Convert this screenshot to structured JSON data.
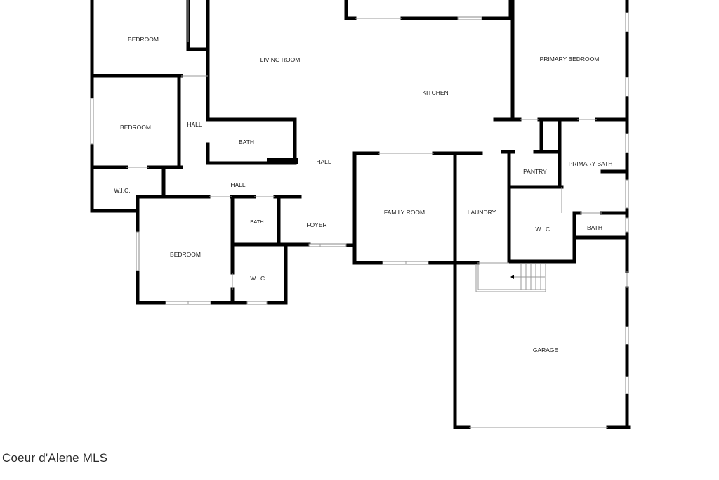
{
  "rooms": [
    {
      "id": "bedroom-1",
      "label": "BEDROOM"
    },
    {
      "id": "living-room",
      "label": "LIVING ROOM"
    },
    {
      "id": "primary-bedroom",
      "label": "PRIMARY BEDROOM"
    },
    {
      "id": "kitchen",
      "label": "KITCHEN"
    },
    {
      "id": "bedroom-2",
      "label": "BEDROOM"
    },
    {
      "id": "hall-1",
      "label": "HALL"
    },
    {
      "id": "bath-1",
      "label": "BATH"
    },
    {
      "id": "hall-2",
      "label": "HALL"
    },
    {
      "id": "pantry",
      "label": "PANTRY"
    },
    {
      "id": "primary-bath",
      "label": "PRIMARY BATH"
    },
    {
      "id": "wic-1",
      "label": "W.I.C."
    },
    {
      "id": "hall-3",
      "label": "HALL"
    },
    {
      "id": "family-room",
      "label": "FAMILY ROOM"
    },
    {
      "id": "laundry",
      "label": "LAUNDRY"
    },
    {
      "id": "bath-2",
      "label": "BATH"
    },
    {
      "id": "foyer",
      "label": "FOYER"
    },
    {
      "id": "wic-2",
      "label": "W.I.C."
    },
    {
      "id": "bath-3",
      "label": "BATH"
    },
    {
      "id": "bedroom-3",
      "label": "BEDROOM"
    },
    {
      "id": "wic-3",
      "label": "W.I.C."
    },
    {
      "id": "garage",
      "label": "GARAGE"
    }
  ],
  "watermark": "Coeur d'Alene MLS"
}
